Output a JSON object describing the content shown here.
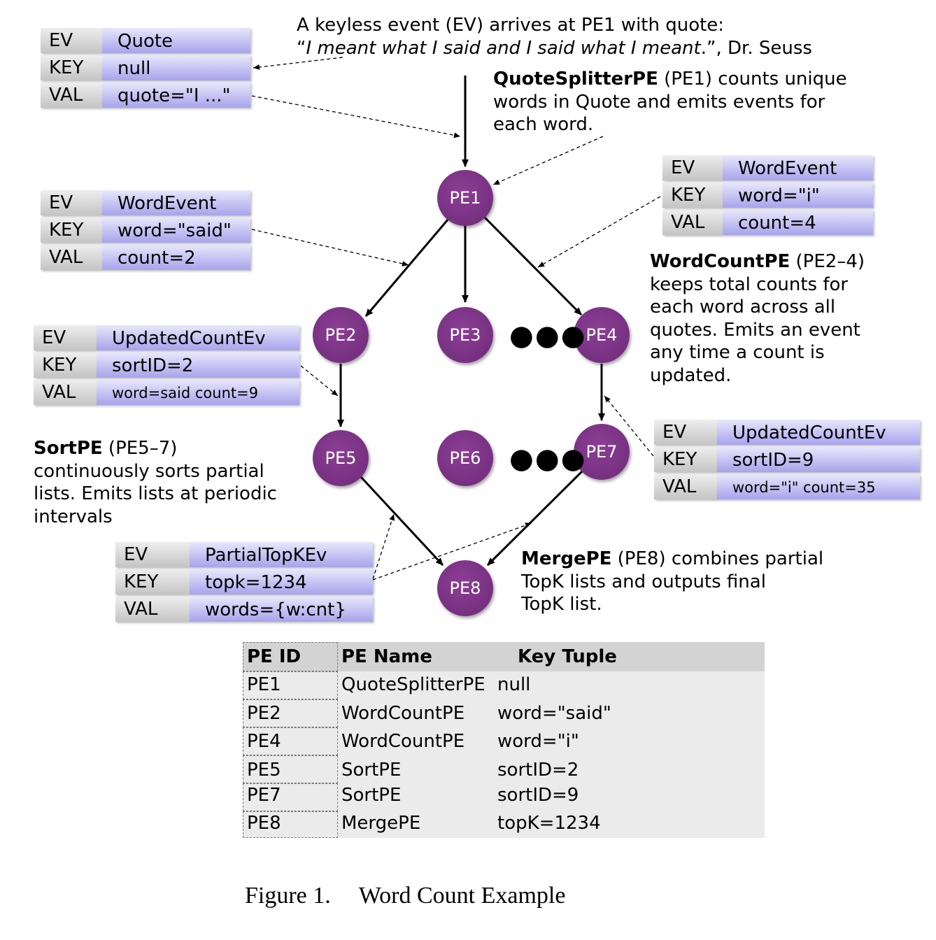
{
  "intro": {
    "line1": "A keyless event (EV) arrives at PE1 with quote:",
    "quote_open": "“",
    "quote_italic": "I meant what I said and I said what I meant",
    "quote_close": ".”, Dr. Seuss"
  },
  "events": [
    {
      "ev_label": "EV",
      "key_label": "KEY",
      "val_label": "VAL",
      "ev": "Quote",
      "key": "null",
      "val": "quote=\"I ...\""
    },
    {
      "ev_label": "EV",
      "key_label": "KEY",
      "val_label": "VAL",
      "ev": "WordEvent",
      "key": "word=\"said\"",
      "val": "count=2"
    },
    {
      "ev_label": "EV",
      "key_label": "KEY",
      "val_label": "VAL",
      "ev": "WordEvent",
      "key": "word=\"i\"",
      "val": "count=4"
    },
    {
      "ev_label": "EV",
      "key_label": "KEY",
      "val_label": "VAL",
      "ev": "UpdatedCountEv",
      "key": "sortID=2",
      "val": "word=said count=9"
    },
    {
      "ev_label": "EV",
      "key_label": "KEY",
      "val_label": "VAL",
      "ev": "UpdatedCountEv",
      "key": "sortID=9",
      "val": "word=\"i\" count=35"
    },
    {
      "ev_label": "EV",
      "key_label": "KEY",
      "val_label": "VAL",
      "ev": "PartialTopKEv",
      "key": "topk=1234",
      "val": "words={w:cnt}"
    }
  ],
  "nodes": [
    "PE1",
    "PE2",
    "PE3",
    "PE4",
    "PE5",
    "PE6",
    "PE7",
    "PE8"
  ],
  "dots": "●●●",
  "descriptions": {
    "quotesplitter": {
      "bold": "QuoteSplitterPE",
      "rest": " (PE1) counts unique",
      "line2": "words in Quote and emits events for",
      "line3": "each word."
    },
    "wordcount": {
      "bold": "WordCountPE",
      "rest": " (PE2–4)",
      "line2": "keeps total counts for",
      "line3": "each word across all",
      "line4": "quotes. Emits an event",
      "line5": "any time a count is",
      "line6": "updated."
    },
    "sort": {
      "bold": "SortPE",
      "rest": " (PE5–7)",
      "line2": "continuously sorts partial",
      "line3": "lists. Emits lists at periodic",
      "line4": "intervals"
    },
    "merge": {
      "bold": "MergePE",
      "rest": " (PE8) combines partial",
      "line2": "TopK lists and outputs final",
      "line3": "TopK list."
    }
  },
  "table": {
    "headers": [
      "PE ID",
      "PE Name",
      "Key Tuple"
    ],
    "rows": [
      [
        "PE1",
        "QuoteSplitterPE",
        "null"
      ],
      [
        "PE2",
        "WordCountPE",
        "word=\"said\""
      ],
      [
        "PE4",
        "WordCountPE",
        "word=\"i\""
      ],
      [
        "PE5",
        "SortPE",
        "sortID=2"
      ],
      [
        "PE7",
        "SortPE",
        "sortID=9"
      ],
      [
        "PE8",
        "MergePE",
        "topK=1234"
      ]
    ]
  },
  "caption": {
    "label": "Figure 1.",
    "text": "Word Count Example"
  }
}
